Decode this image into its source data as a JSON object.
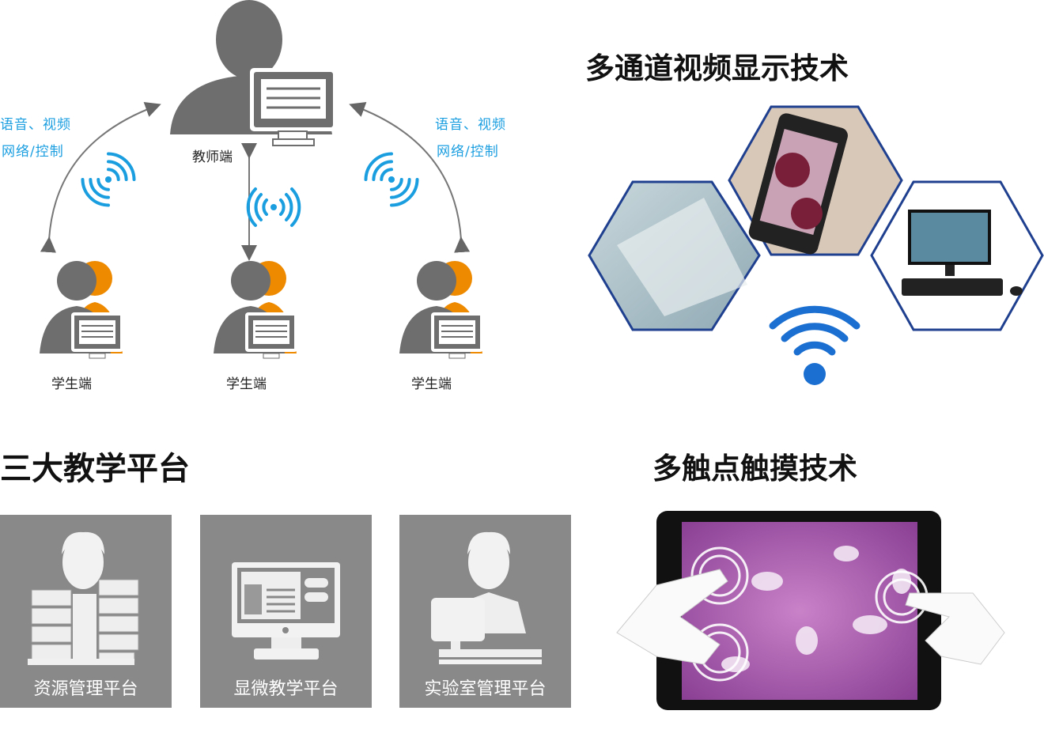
{
  "network": {
    "teacher_label": "教师端",
    "left_labels": [
      "语音、视频",
      "网络/控制"
    ],
    "right_labels": [
      "语音、视频",
      "网络/控制"
    ],
    "students": [
      "学生端",
      "学生端",
      "学生端"
    ]
  },
  "multichannel": {
    "title": "多通道视频显示技术"
  },
  "platforms": {
    "title": "三大教学平台",
    "items": [
      "资源管理平台",
      "显微教学平台",
      "实验室管理平台"
    ]
  },
  "multitouch": {
    "title": "多触点触摸技术"
  },
  "colors": {
    "accent_blue": "#1a9ee0",
    "orange": "#ee8a00",
    "gray": "#6e6e6e",
    "hex_border": "#1f3f8f"
  }
}
